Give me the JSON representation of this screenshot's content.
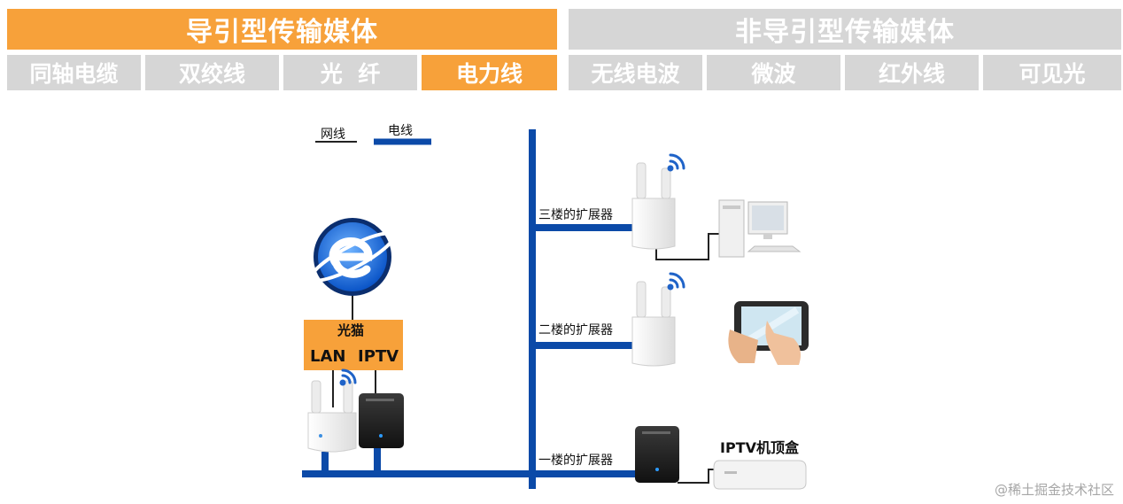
{
  "guided": {
    "title": "导引型传输媒体",
    "items": [
      "同轴电缆",
      "双绞线",
      "光  纤",
      "电力线"
    ]
  },
  "unguided": {
    "title": "非导引型传输媒体",
    "items": [
      "无线电波",
      "微波",
      "红外线",
      "可见光"
    ]
  },
  "legend": {
    "network_line": "网线",
    "power_line": "电线"
  },
  "diagram": {
    "modem_label": "光猫",
    "lan_label": "LAN",
    "iptv_port_label": "IPTV",
    "floor3_label": "三楼的扩展器",
    "floor2_label": "二楼的扩展器",
    "floor1_label": "一楼的扩展器",
    "iptv_box_label": "IPTV机顶盒"
  },
  "colors": {
    "accent_orange": "#f7a13a",
    "inactive_gray": "#d6d6d6",
    "power_line_blue": "#0b4aa8"
  },
  "watermark": "@稀土掘金技术社区"
}
